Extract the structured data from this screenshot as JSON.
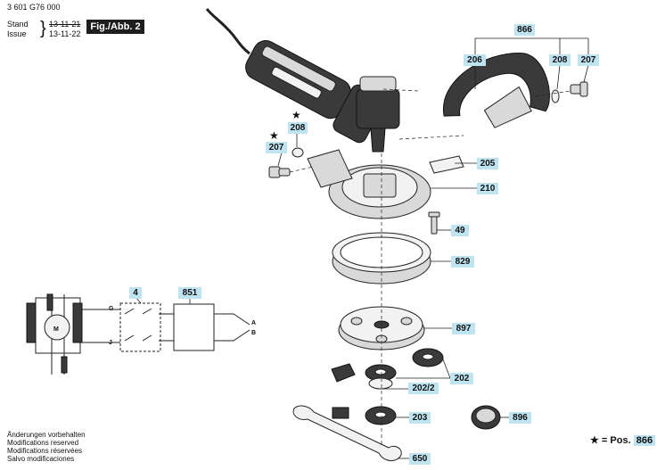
{
  "header": {
    "part_number": "3 601 G76 000",
    "stand_label": "Stand",
    "stand_value": "13-11-21",
    "issue_label": "Issue",
    "issue_value": "13-11-22",
    "figure": "Fig./Abb. 2"
  },
  "parts": {
    "p866": "866",
    "p206": "206",
    "p208r": "208",
    "p207r": "207",
    "p208l": "208",
    "p207l": "207",
    "p205": "205",
    "p210": "210",
    "p49": "49",
    "p829": "829",
    "p4": "4",
    "p851": "851",
    "p897": "897",
    "p202": "202",
    "p2022": "202/2",
    "p203": "203",
    "p896": "896",
    "p650": "650"
  },
  "symbols": {
    "star": "★"
  },
  "schematic": {
    "motor": "M",
    "g": "G",
    "j": "J",
    "a": "A",
    "b": "B"
  },
  "footer": {
    "line1": "Änderungen vorbehalten",
    "line2": "Modifications reserved",
    "line3": "Modifications réservées",
    "line4": "Salvo modificaciones"
  },
  "legend": {
    "star": "★",
    "text": " = Pos.",
    "pos": "866"
  },
  "colors": {
    "tag_bg": "#bfe4f1",
    "badge_bg": "#1e1e1e"
  }
}
